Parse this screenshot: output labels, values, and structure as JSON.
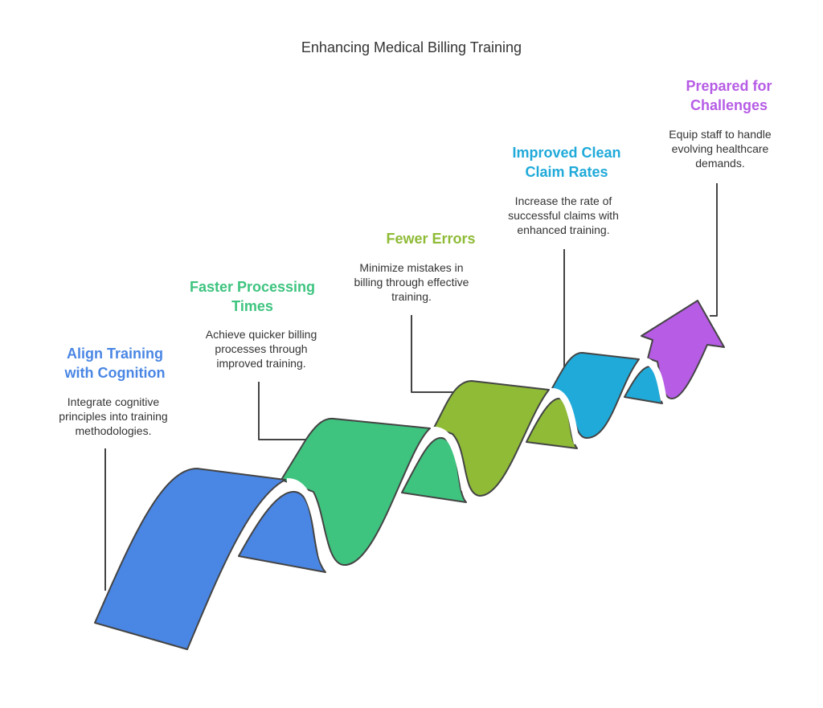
{
  "title": "Enhancing Medical Billing Training",
  "colors": {
    "blue": "#4a86e4",
    "green": "#3ec47f",
    "olive": "#8fbb37",
    "cyan": "#20aad9",
    "purple": "#b65ce5"
  },
  "steps": [
    {
      "title": [
        "Align Training",
        "with Cognition"
      ],
      "desc": [
        "Integrate cognitive",
        "principles into training",
        "methodologies."
      ]
    },
    {
      "title": [
        "Faster Processing",
        "Times"
      ],
      "desc": [
        "Achieve quicker billing",
        "processes through",
        "improved training."
      ]
    },
    {
      "title": [
        "Fewer Errors"
      ],
      "desc": [
        "Minimize mistakes in",
        "billing through effective",
        "training."
      ]
    },
    {
      "title": [
        "Improved Clean",
        "Claim Rates"
      ],
      "desc": [
        "Increase the rate of",
        "successful claims with",
        "enhanced training."
      ]
    },
    {
      "title": [
        "Prepared for",
        "Challenges"
      ],
      "desc": [
        "Equip staff to handle",
        "evolving healthcare",
        "demands."
      ]
    }
  ]
}
